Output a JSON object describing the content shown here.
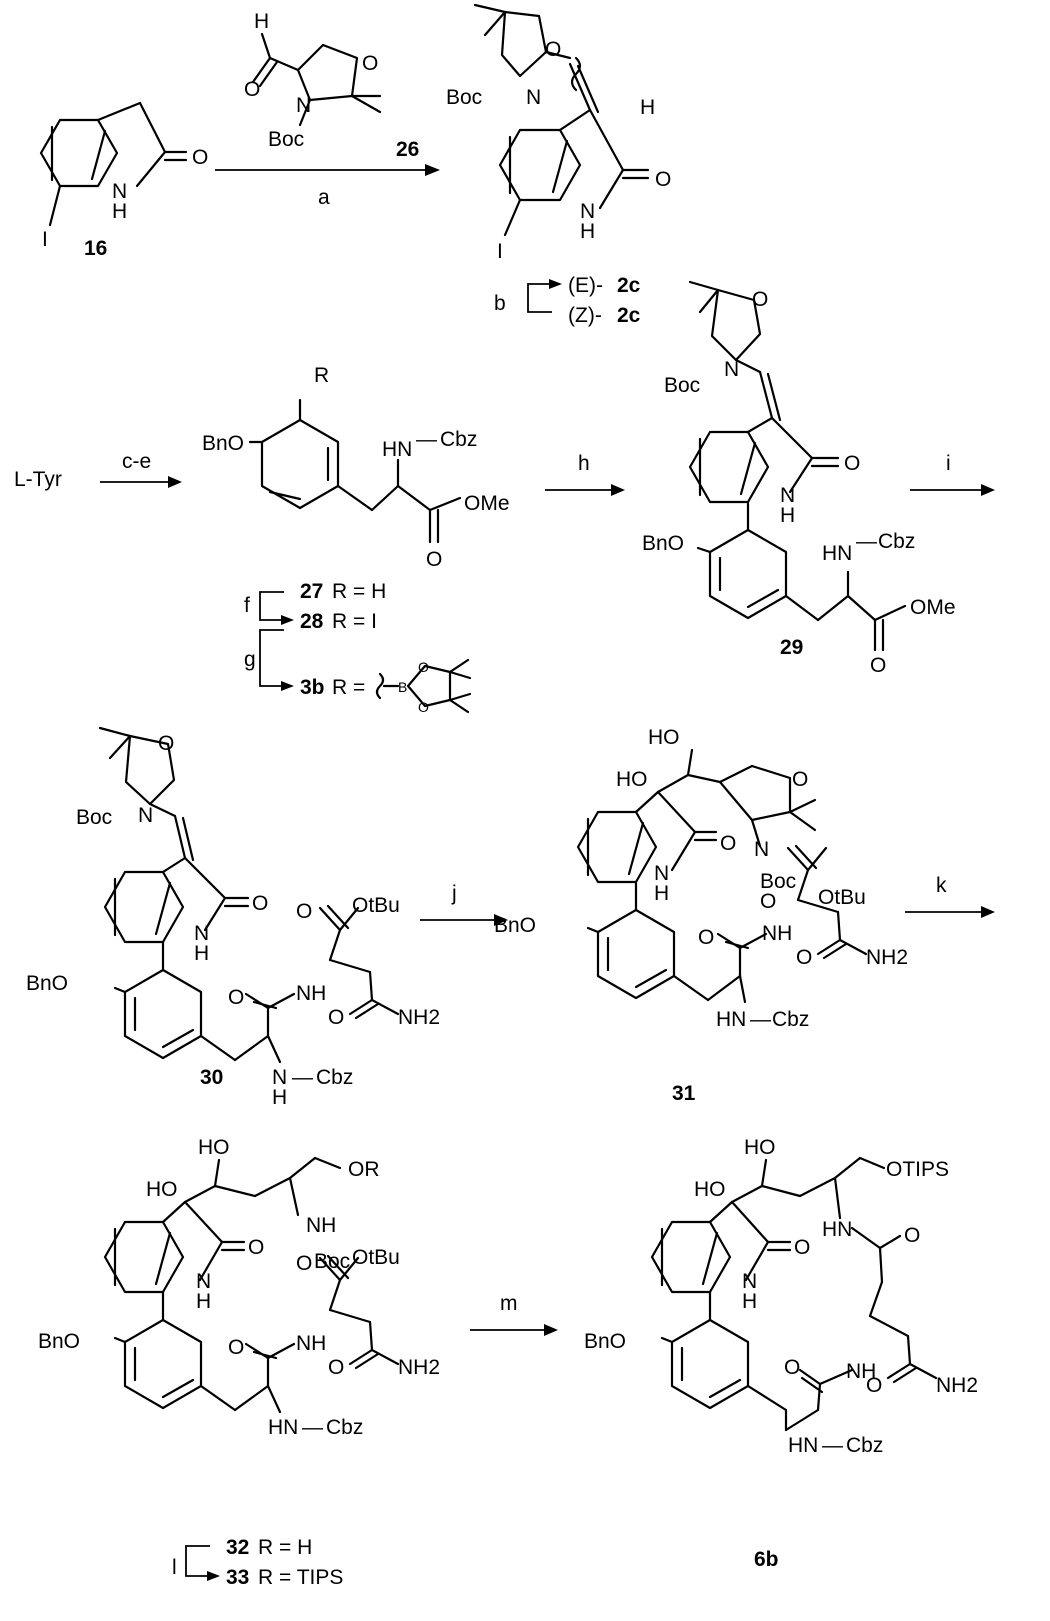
{
  "labels": {
    "16": "16",
    "26": "26",
    "2c_e_num": "(E)-",
    "2c_e_lab": "2c",
    "2c_z_num": "(Z)-",
    "2c_z_lab": "2c",
    "27": "27",
    "28": "28",
    "3b": "3b",
    "29": "29",
    "30": "30",
    "31": "31",
    "32": "32",
    "33": "33",
    "6b": "6b"
  },
  "r_defs": {
    "27": "R = H",
    "28": "R = I",
    "3b": "R =",
    "32": "R = H",
    "33": "R = TIPS"
  },
  "reagents": {
    "a": "a",
    "b": "b",
    "ce": "c-e",
    "f": "f",
    "g": "g",
    "h": "h",
    "i": "i",
    "j": "j",
    "k": "k",
    "l": "l",
    "m": "m"
  },
  "atoms": {
    "ltyr": "L-Tyr",
    "H": "H",
    "O": "O",
    "N": "N",
    "NH": "NH",
    "HN": "HN",
    "I": "I",
    "Boc": "Boc",
    "BnO": "BnO",
    "Cbz": "Cbz",
    "R": "R",
    "OMe": "OMe",
    "OtBu": "OtBu",
    "NH2": "NH2",
    "HO": "HO",
    "OR": "OR",
    "OTIPS": "OTIPS",
    "B": "B"
  }
}
